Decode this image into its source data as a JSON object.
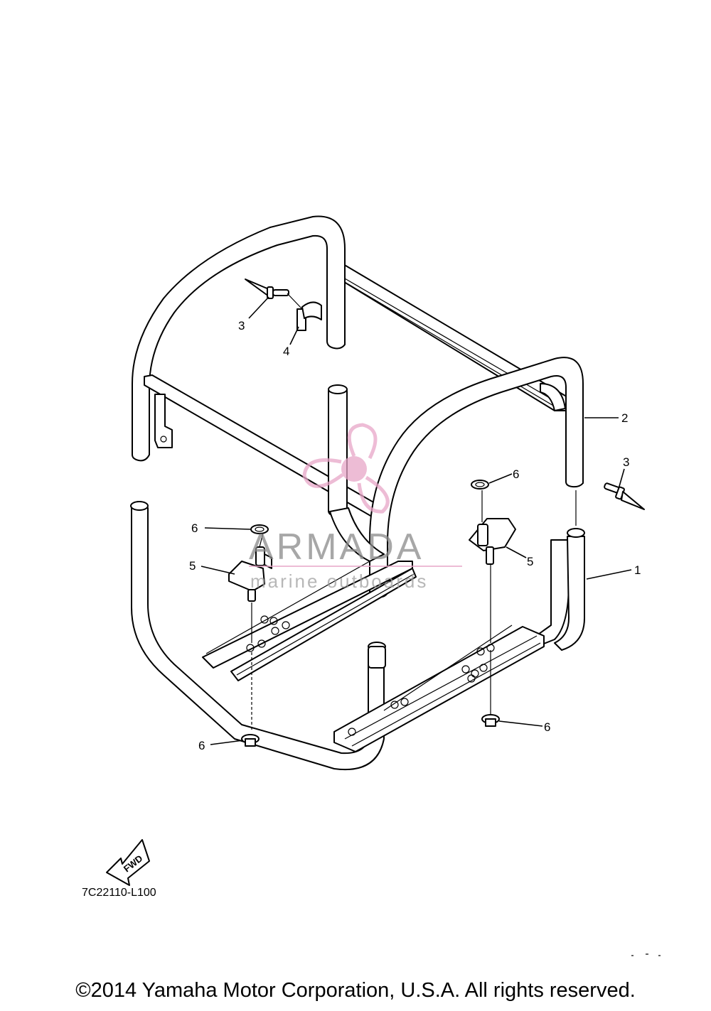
{
  "callouts": [
    {
      "id": "c1",
      "label": "1"
    },
    {
      "id": "c2",
      "label": "2"
    },
    {
      "id": "c3a",
      "label": "3"
    },
    {
      "id": "c3b",
      "label": "3"
    },
    {
      "id": "c4",
      "label": "4"
    },
    {
      "id": "c5a",
      "label": "5"
    },
    {
      "id": "c5b",
      "label": "5"
    },
    {
      "id": "c6a",
      "label": "6"
    },
    {
      "id": "c6b",
      "label": "6"
    },
    {
      "id": "c6c",
      "label": "6"
    },
    {
      "id": "c6d",
      "label": "6"
    }
  ],
  "direction_label": "FWD",
  "drawing_code": "7C22110-L100",
  "watermark": {
    "brand": "ARMADA",
    "tagline": "marine outboards",
    "logo_color": "#e8a6c8",
    "text_color": "#8a8a8a"
  },
  "copyright": "©2014 Yamaha Motor Corporation, U.S.A. All rights reserved."
}
